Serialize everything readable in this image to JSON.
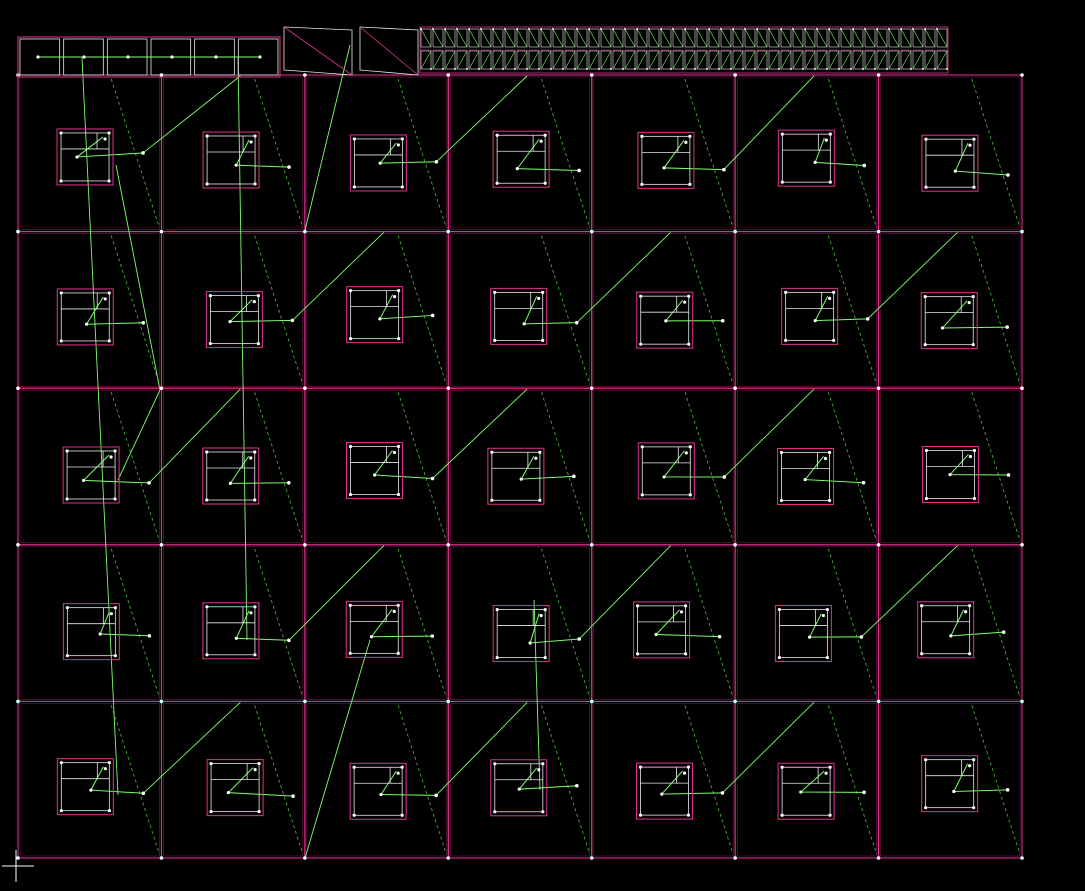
{
  "app": {
    "title": "",
    "mode": "wireframe-viewport"
  },
  "colors": {
    "background": "#000000",
    "cell_border": "#e0338f",
    "node_border": "#e9e9e9",
    "link_line": "#7cff6a",
    "dashed_link": "#4fbf3c",
    "node_point": "#ffffff"
  },
  "viewport": {
    "grid_columns": 7,
    "grid_rows": 5,
    "show_header_strip": true,
    "header_segment_count": 6
  },
  "icons": {
    "crosshair": "crosshair-icon"
  }
}
